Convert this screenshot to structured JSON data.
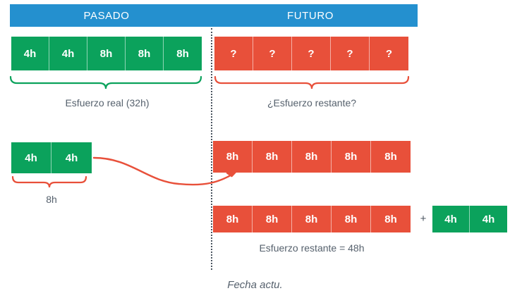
{
  "header": {
    "past_label": "PASADO",
    "future_label": "FUTURO",
    "color": "#2490cf"
  },
  "colors": {
    "green": "#0ba25c",
    "red": "#e8503a",
    "blue": "#2490cf",
    "text_gray": "#56616d",
    "divider": "#4b5560"
  },
  "now_marker": {
    "label": "Fecha actu."
  },
  "rows": {
    "past_effort": {
      "cells": [
        "4h",
        "4h",
        "8h",
        "8h",
        "8h"
      ],
      "color": "green"
    },
    "future_unknown": {
      "cells": [
        "?",
        "?",
        "?",
        "?",
        "?"
      ],
      "color": "red"
    },
    "moved_green": {
      "cells": [
        "4h",
        "4h"
      ],
      "color": "green"
    },
    "remaining_top": {
      "cells": [
        "8h",
        "8h",
        "8h",
        "8h",
        "8h"
      ],
      "color": "red"
    },
    "remaining_bottom": {
      "cells": [
        "8h",
        "8h",
        "8h",
        "8h",
        "8h"
      ],
      "color": "red"
    },
    "added_green": {
      "cells": [
        "4h",
        "4h"
      ],
      "color": "green"
    }
  },
  "operator": {
    "plus": "+"
  },
  "captions": {
    "real_effort": "Esfuerzo real (32h)",
    "remaining_effort": "¿Esfuerzo restante?",
    "moved_total": "8h",
    "remaining_total": "Esfuerzo restante = 48h"
  },
  "annotations": {
    "brace_past_color": "#0ba25c",
    "brace_future_color": "#e8503a",
    "brace_moved_color": "#e8503a",
    "arrow_color": "#e8503a"
  }
}
